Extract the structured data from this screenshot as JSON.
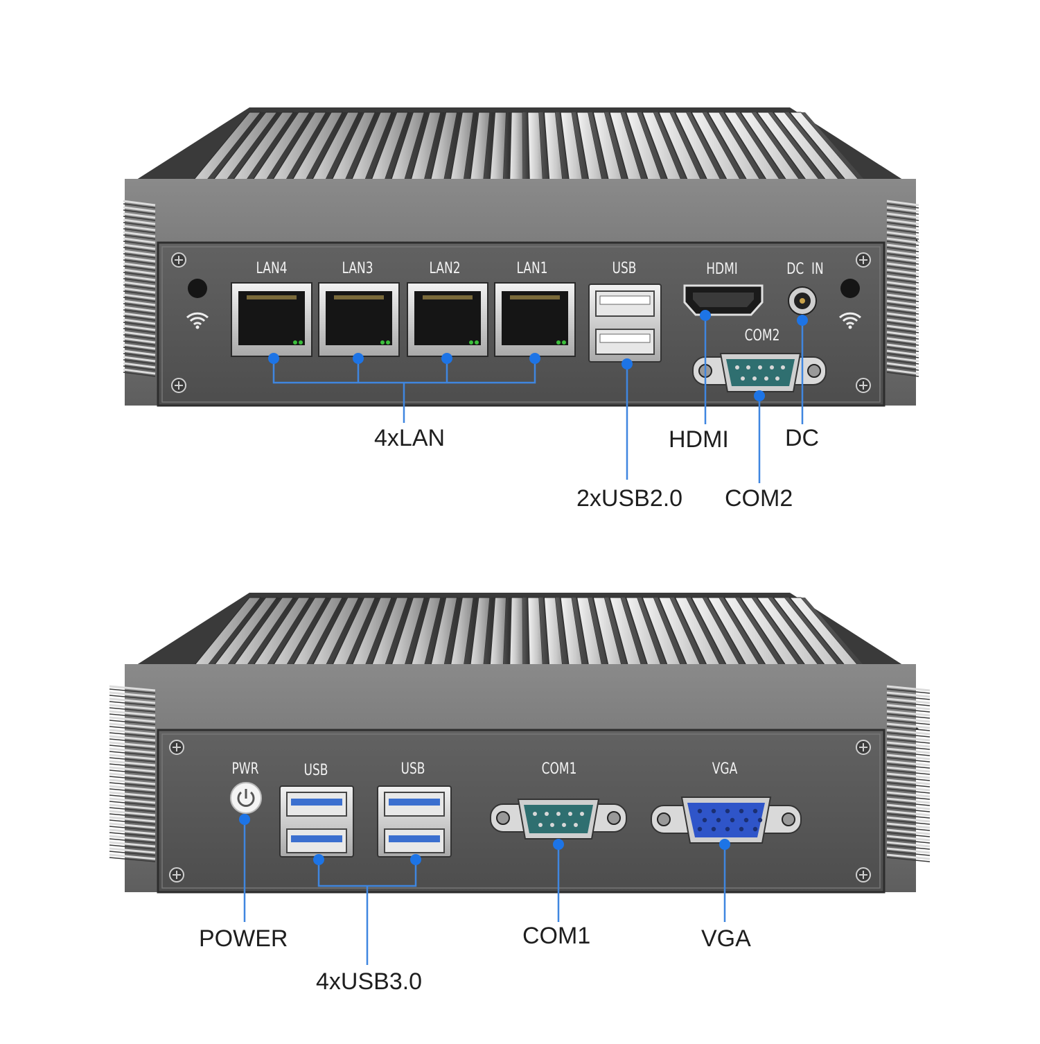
{
  "colors": {
    "callout_line": "#3f86e0",
    "callout_dot": "#1d74e6",
    "chassis": "#6d6d6d",
    "panel": "#5a5a5a",
    "usb3_blue": "#3b6fcf",
    "db9_teal": "#2f6f70",
    "vga_blue": "#2f55c9"
  },
  "icons": [
    "wifi-icon",
    "power-icon",
    "screw-icon"
  ],
  "top_unit": {
    "port_labels": {
      "lan4": "LAN4",
      "lan3": "LAN3",
      "lan2": "LAN2",
      "lan1": "LAN1",
      "usb": "USB",
      "hdmi": "HDMI",
      "dc_in": "DC  IN",
      "com2": "COM2"
    },
    "callouts": {
      "lan": "4xLAN",
      "usb": "2xUSB2.0",
      "hdmi": "HDMI",
      "dc": "DC",
      "com2": "COM2"
    }
  },
  "bottom_unit": {
    "port_labels": {
      "pwr": "PWR",
      "usb_a": "USB",
      "usb_b": "USB",
      "com1": "COM1",
      "vga": "VGA"
    },
    "callouts": {
      "power": "POWER",
      "usb": "4xUSB3.0",
      "com1": "COM1",
      "vga": "VGA"
    }
  }
}
